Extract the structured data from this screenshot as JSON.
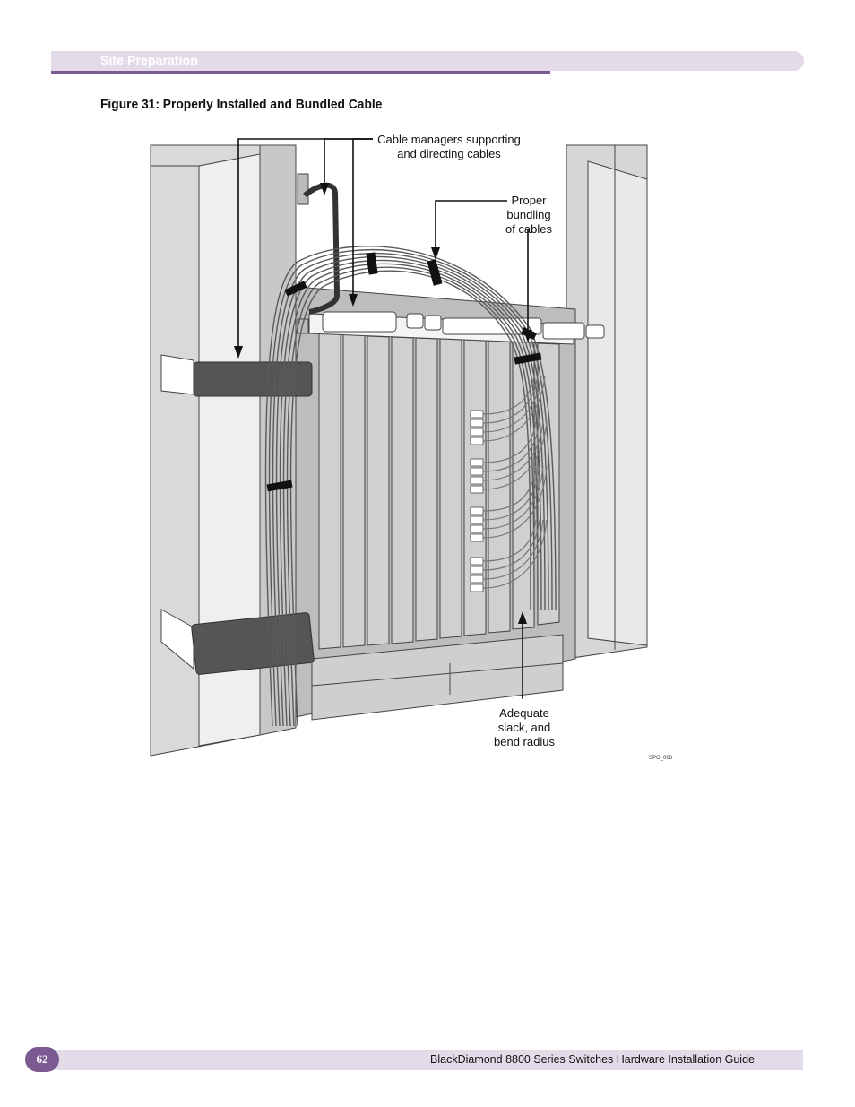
{
  "header": {
    "section_title": "Site Preparation"
  },
  "figure": {
    "caption": "Figure 31:  Properly Installed and Bundled Cable",
    "callouts": {
      "cable_managers": [
        "Cable managers supporting",
        "and directing cables"
      ],
      "bundling": [
        "Proper",
        "bundling",
        "of cables"
      ],
      "slack": [
        "Adequate",
        "slack, and",
        "bend radius"
      ]
    },
    "code": "SPG_008"
  },
  "footer": {
    "page_number": "62",
    "guide_title": "BlackDiamond 8800 Series Switches Hardware Installation Guide"
  }
}
